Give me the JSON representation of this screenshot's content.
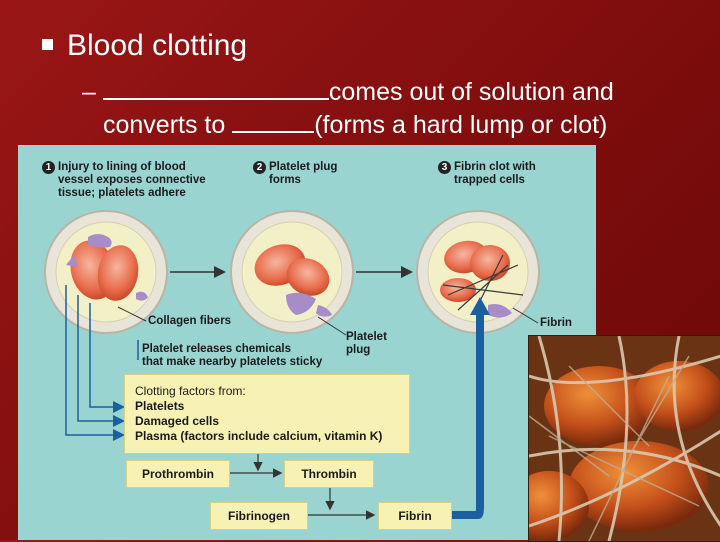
{
  "slide": {
    "bullet": "Blood clotting",
    "sub_line1_prefix": "– ",
    "sub_line1_suffix": "comes out of solution and",
    "sub_line2_prefix": "converts to ",
    "sub_line2_suffix": "(forms a hard lump or clot)"
  },
  "figure": {
    "step1_num": "1",
    "step1_line1": "Injury to lining of blood",
    "step1_line2": "vessel exposes connective",
    "step1_line3": "tissue; platelets adhere",
    "step2_num": "2",
    "step2_line1": "Platelet plug",
    "step2_line2": "forms",
    "step3_num": "3",
    "step3_line1": "Fibrin clot with",
    "step3_line2": "trapped cells",
    "collagen_label": "Collagen fibers",
    "platelet_plug_line1": "Platelet",
    "platelet_plug_line2": "plug",
    "fibrin_label": "Fibrin",
    "release_line1": "Platelet releases chemicals",
    "release_line2": "that make nearby platelets sticky",
    "clotting_title": "Clotting factors from:",
    "clotting_items": [
      "Platelets",
      "Damaged cells",
      "Plasma (factors include calcium, vitamin K)"
    ],
    "prothrombin": "Prothrombin",
    "thrombin": "Thrombin",
    "fibrinogen": "Fibrinogen",
    "fibrin_box": "Fibrin"
  },
  "colors": {
    "background": "#8b1010",
    "figure_bg": "#99d4d1",
    "box_fill": "#f7f2b3",
    "arrow": "#1a5fa0"
  }
}
